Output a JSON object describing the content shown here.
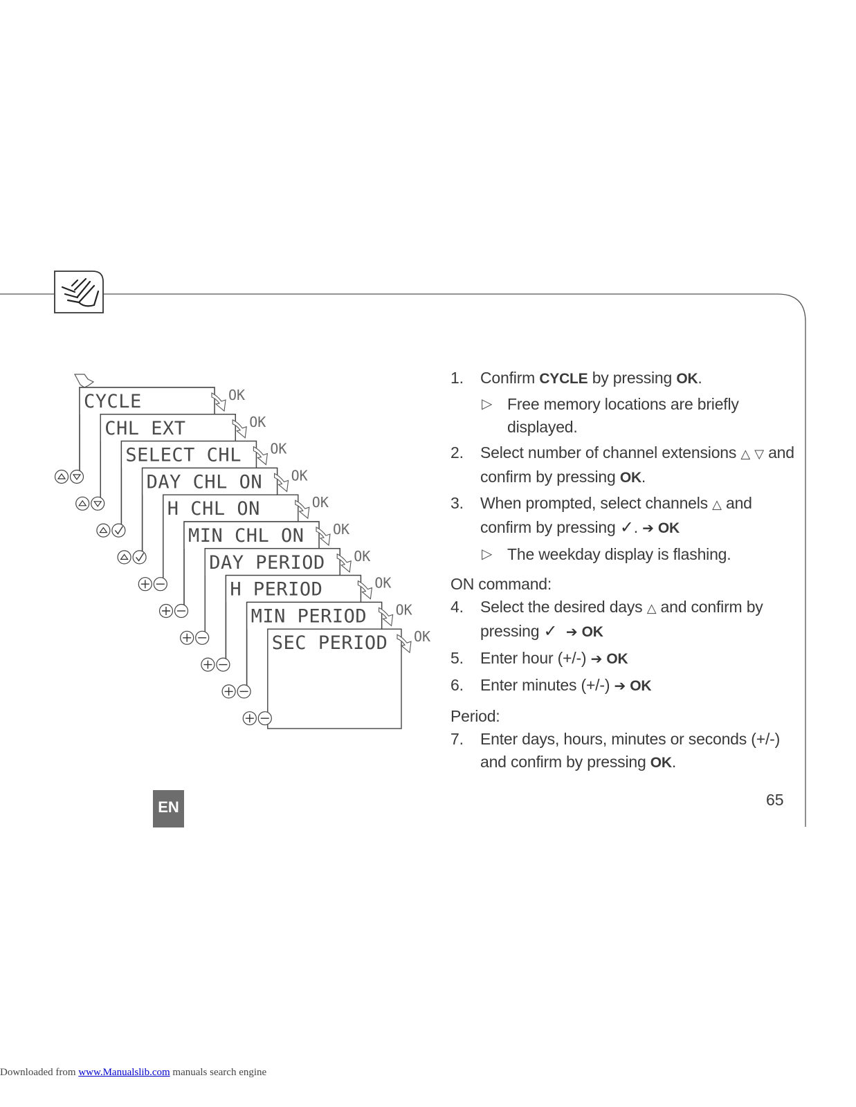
{
  "diagram": {
    "screens": [
      "CYCLE",
      "CHL EXT",
      "SELECT CHL",
      "DAY CHL ON",
      "H CHL ON",
      "MIN CHL ON",
      "DAY PERIOD",
      "H PERIOD",
      "MIN PERIOD",
      "SEC PERIOD"
    ],
    "ok_label": "OK",
    "button_pairs": [
      "up-down",
      "up-down",
      "up-check",
      "up-check",
      "plus-minus",
      "plus-minus",
      "plus-minus",
      "plus-minus",
      "plus-minus",
      "plus-minus"
    ]
  },
  "steps": {
    "s1": {
      "num": "1.",
      "pre": "Confirm ",
      "kw": "CYCLE",
      "mid": " by pressing ",
      "kw2": "OK",
      "post": "."
    },
    "s1_sub": "Free memory locations are briefly displayed.",
    "s2": {
      "num": "2.",
      "pre": "Select number of channel extensions ",
      "post": " and confirm by pressing ",
      "kw": "OK",
      "end": "."
    },
    "s3": {
      "num": "3.",
      "pre": "When prompted, select channels ",
      "post": " and confirm by pressing ",
      "end": ". ",
      "kw": "OK"
    },
    "s3_sub": "The weekday display is flashing.",
    "on_title": "ON command:",
    "s4": {
      "num": "4.",
      "pre": "Select the desired days ",
      "post": " and confirm by pressing ",
      "kw": "OK"
    },
    "s5": {
      "num": "5.",
      "pre": "Enter hour (+/-) ",
      "kw": "OK"
    },
    "s6": {
      "num": "6.",
      "pre": "Enter minutes (+/-) ",
      "kw": "OK"
    },
    "period_title": "Period:",
    "s7": {
      "num": "7.",
      "pre": "Enter days, hours, minutes or seconds (+/-) and confirm by pressing ",
      "kw": "OK",
      "end": "."
    }
  },
  "icons": {
    "up": "up-triangle-icon",
    "down": "down-triangle-icon",
    "check": "check-icon",
    "arrow": "right-arrow-icon",
    "bullet": "sub-triangle-icon",
    "hand": "hand-icon"
  },
  "language_badge": "EN",
  "page_number": "65",
  "footer": {
    "prefix": "Downloaded from ",
    "link": "www.Manualslib.com",
    "suffix": " manuals search engine"
  }
}
